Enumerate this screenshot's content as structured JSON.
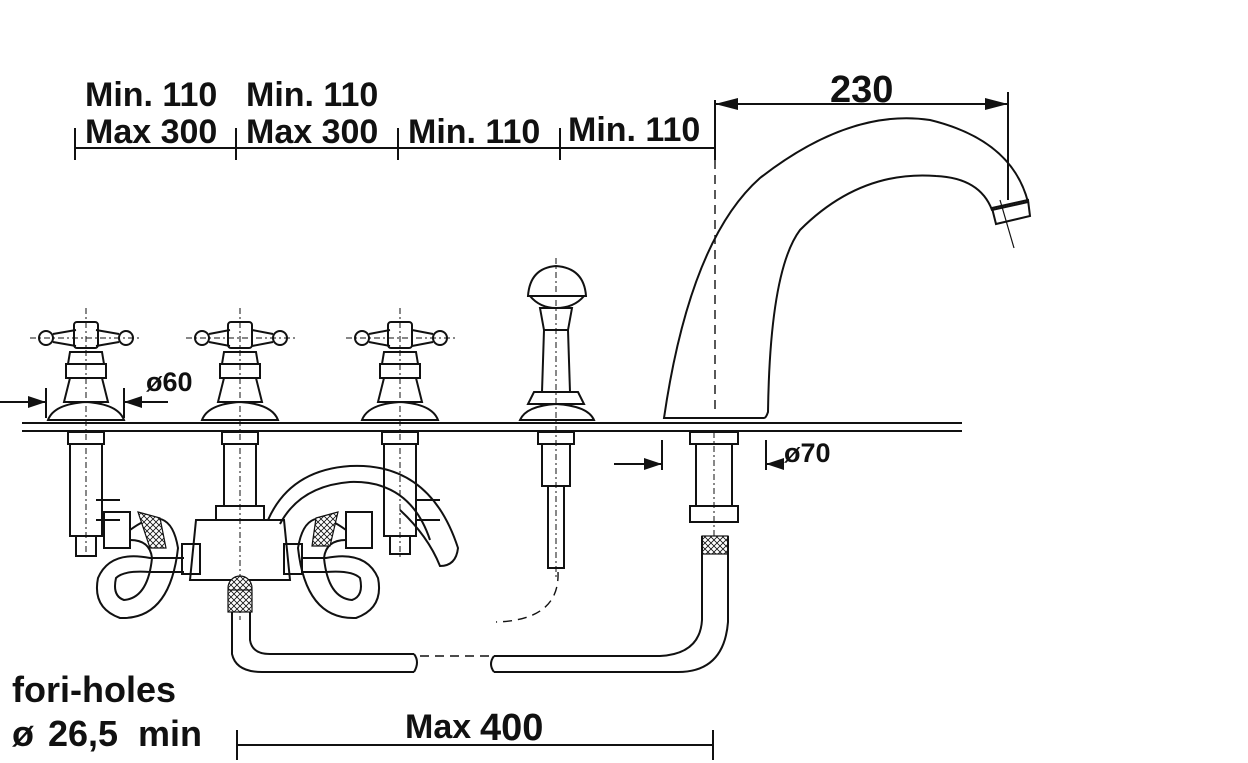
{
  "dimensions": {
    "d1_min": "Min. 110",
    "d1_max": "Max 300",
    "d2_min": "Min. 110",
    "d2_max": "Max 300",
    "d3": "Min. 110",
    "d4": "Min. 110",
    "spout_reach": "230",
    "handle_base_diameter": "ø60",
    "spout_base_diameter": "ø70",
    "overall_prefix": "Max",
    "overall_value": "400"
  },
  "note": {
    "line1": "fori-holes",
    "line2_prefix": "ø",
    "line2_value": "26,5",
    "line2_suffix": "min"
  }
}
